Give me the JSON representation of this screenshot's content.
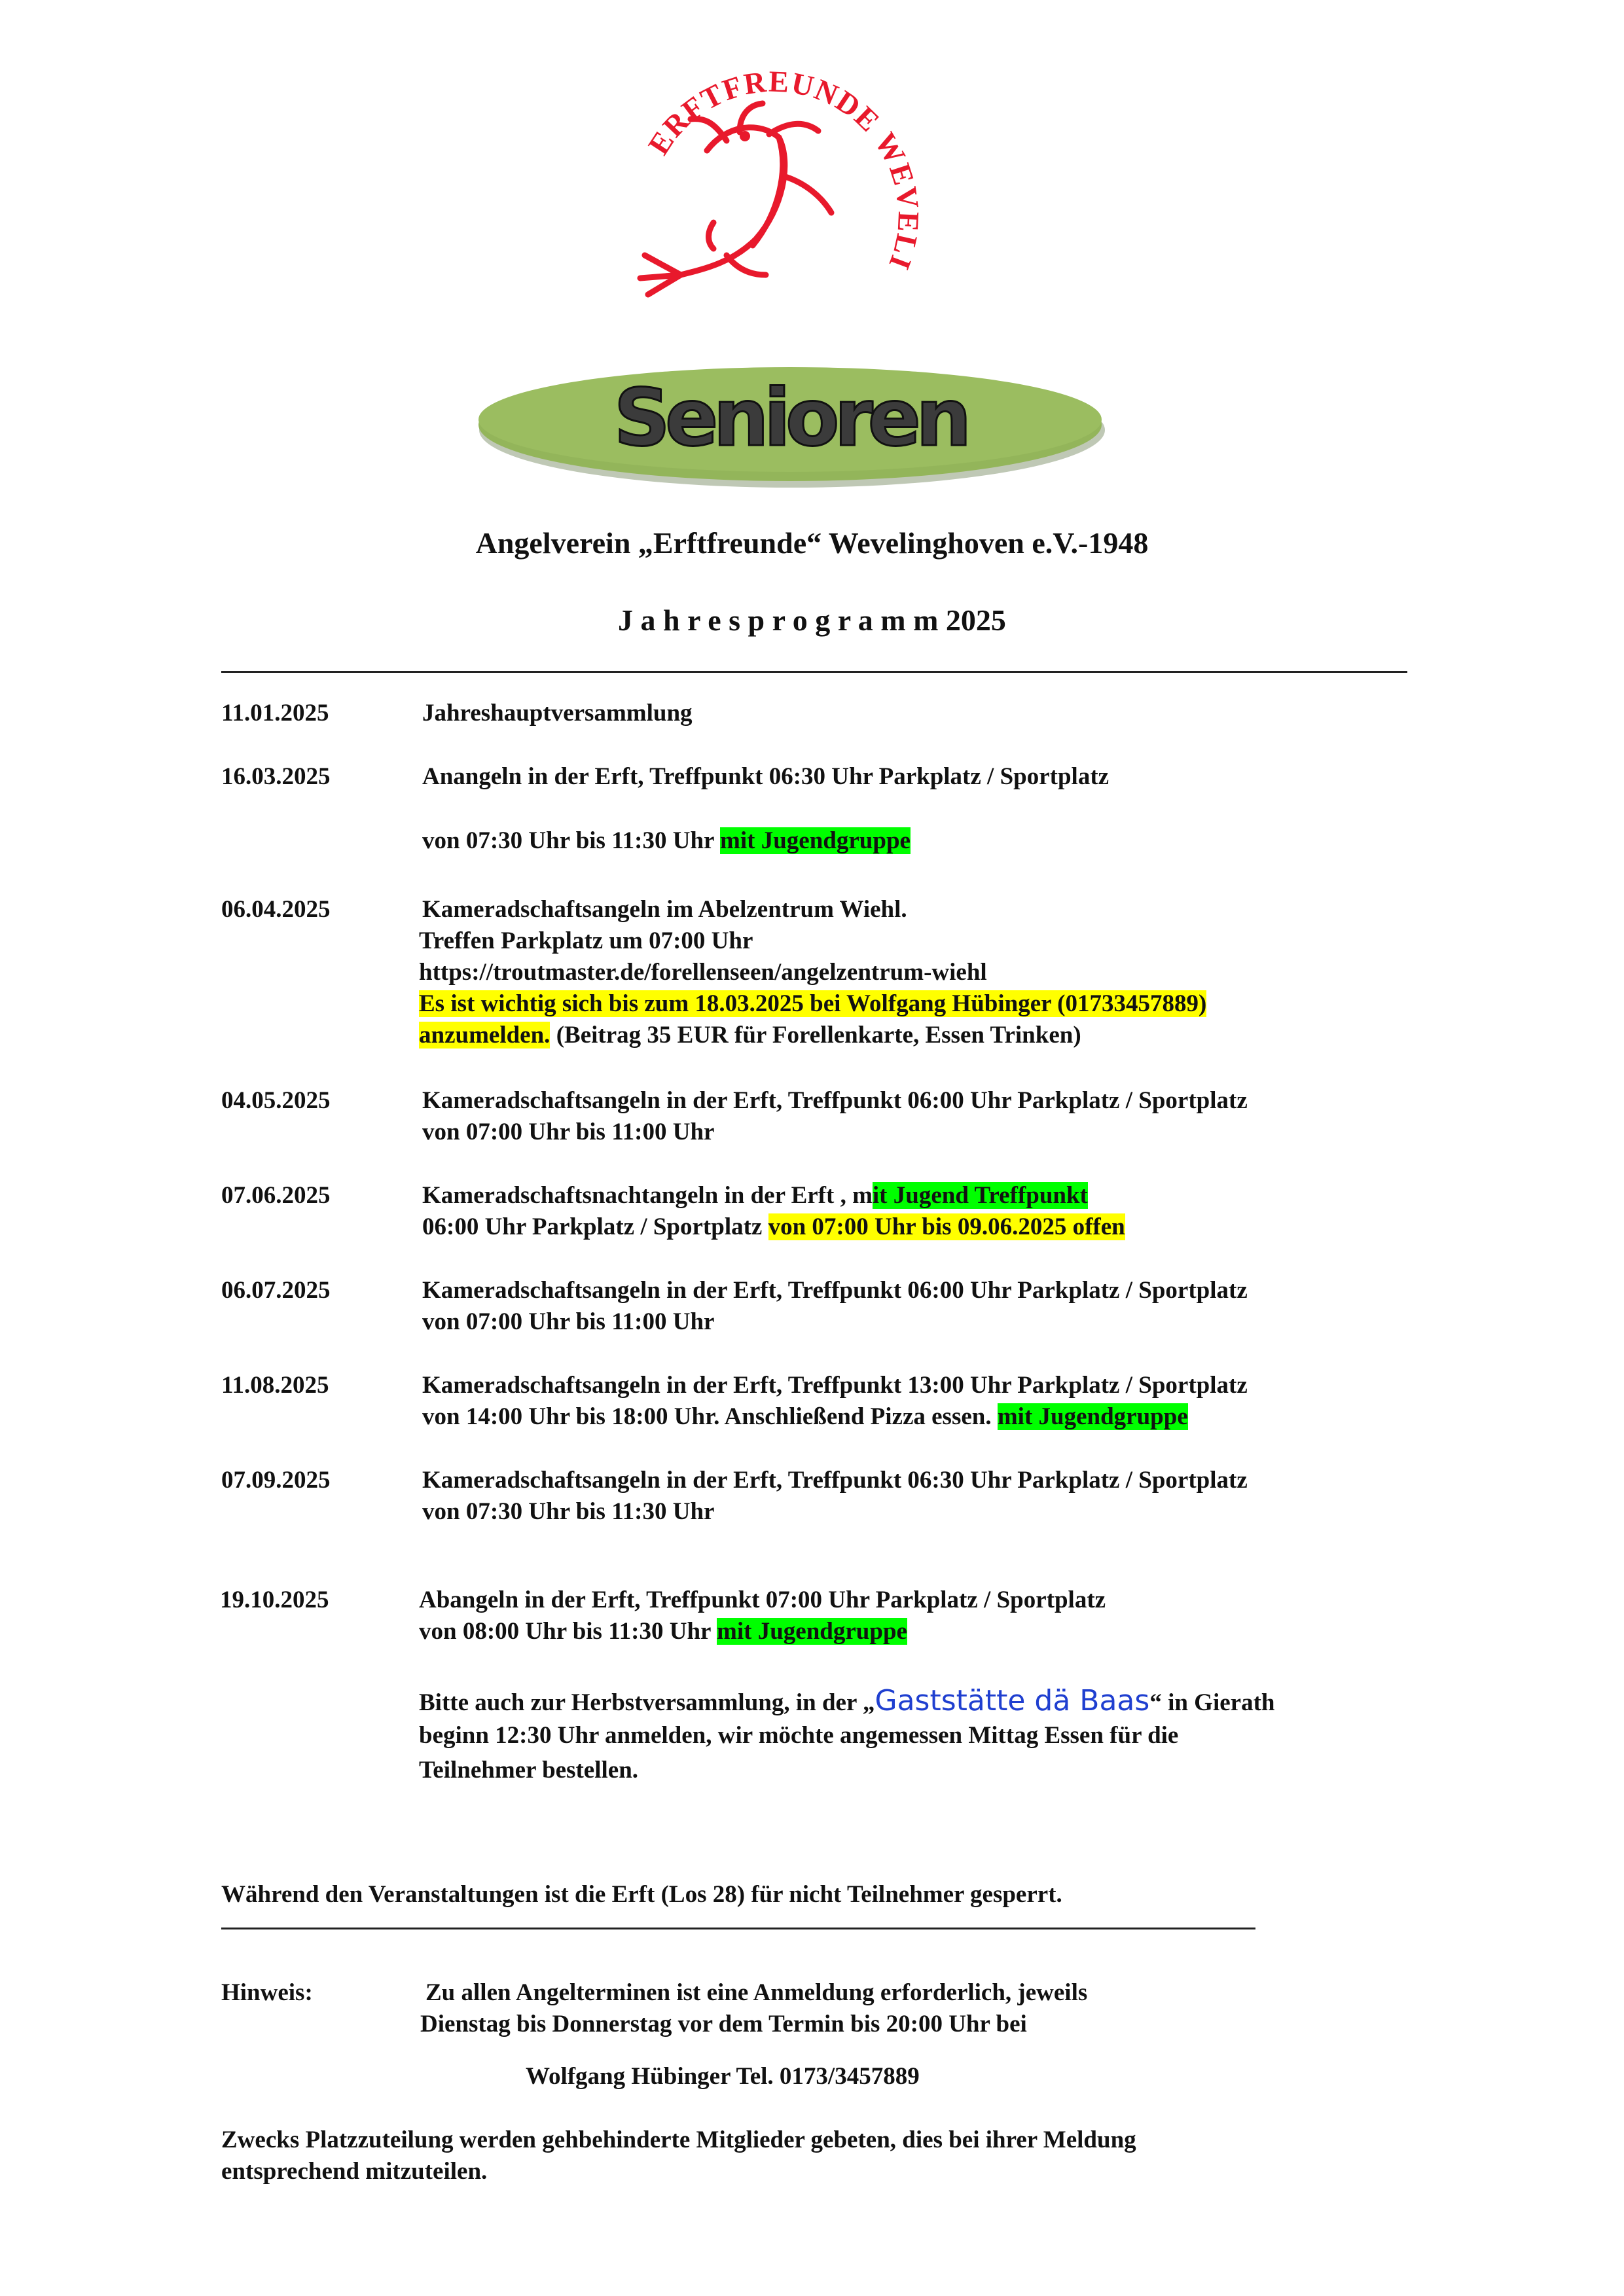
{
  "logo": {
    "text": "ERFTFREUNDE WEVELINGHOVEN",
    "color": "#e8192c"
  },
  "badge": {
    "label": "Senioren",
    "fill": "#93b55a"
  },
  "header": {
    "org": "Angelverein „Erftfreunde“ Wevelinghoven e.V.-1948",
    "year_program": "J a h r e s p r o g r a m m 2025"
  },
  "events": [
    {
      "date": "11.01.2025",
      "l1": "Jahreshauptversammlung"
    },
    {
      "date": "16.03.2025",
      "l1": "Anangeln in der Erft, Treffpunkt 06:30 Uhr Parkplatz / Sportplatz",
      "l2a": "von 07:30 Uhr bis 11:30 Uhr ",
      "l2b": "mit Jugendgruppe"
    },
    {
      "date": "06.04.2025",
      "l1": "Kameradschaftsangeln im Abelzentrum Wiehl.",
      "l2": "Treffen  Parkplatz um 07:00 Uhr",
      "l3": "https://troutmaster.de/forellenseen/angelzentrum-wiehl",
      "l4": "Es ist wichtig sich bis zum 18.03.2025 bei Wolfgang Hübinger (01733457889) ",
      "l5a": "anzumelden.",
      "l5b": " (Beitrag 35 EUR für Forellenkarte, Essen Trinken)"
    },
    {
      "date": "04.05.2025",
      "l1": "Kameradschaftsangeln in der Erft, Treffpunkt 06:00 Uhr Parkplatz / Sportplatz",
      "l2": "von 07:00 Uhr bis 11:00 Uhr"
    },
    {
      "date": "07.06.2025",
      "l1a": "Kameradschaftsnachtangeln in der Erft , m",
      "l1b": "it Jugend Treffpunkt ",
      "l2a": "06:00 Uhr Parkplatz / Sportplatz ",
      "l2b": "von 07:00 Uhr bis 09.06.2025 offen"
    },
    {
      "date": "06.07.2025",
      "l1": "Kameradschaftsangeln in der Erft, Treffpunkt 06:00 Uhr Parkplatz / Sportplatz",
      "l2": "von 07:00 Uhr bis 11:00 Uhr"
    },
    {
      "date": "11.08.2025",
      "l1": "Kameradschaftsangeln in der Erft, Treffpunkt 13:00 Uhr Parkplatz / Sportplatz",
      "l2a": "von 14:00 Uhr bis 18:00 Uhr. Anschließend Pizza essen. ",
      "l2b": "mit Jugendgruppe"
    },
    {
      "date": "07.09.2025",
      "l1": "Kameradschaftsangeln in der Erft, Treffpunkt 06:30 Uhr Parkplatz / Sportplatz",
      "l2": "von 07:30 Uhr bis 11:30 Uhr"
    },
    {
      "date": "19.10.2025",
      "l1": "Abangeln in der Erft, Treffpunkt 07:00 Uhr Parkplatz / Sportplatz",
      "l2a": "von 08:00  Uhr bis 11:30 Uhr ",
      "l2b": "mit Jugendgruppe"
    }
  ],
  "autumn": {
    "l1a": "Bitte auch zur Herbstversammlung, in der „",
    "l1b": "Gaststätte dä Baas",
    "l1c": "“ in Gierath",
    "l2": "beginn 12:30 Uhr anmelden, wir möchte angemessen Mittag Essen für die",
    "l3": "Teilnehmer bestellen."
  },
  "closure": "Während den Veranstaltungen ist die Erft (Los 28) für nicht Teilnehmer gesperrt.",
  "notice": {
    "label": "Hinweis:",
    "l1": "Zu allen Angelterminen ist eine Anmeldung erforderlich, jeweils",
    "l2": "Dienstag bis Donnerstag vor dem Termin bis 20:00 Uhr bei",
    "contact": "Wolfgang Hübinger   Tel. 0173/3457889"
  },
  "accessibility": {
    "l1": "Zwecks Platzzuteilung werden gehbehinderte Mitglieder gebeten, dies bei ihrer Meldung",
    "l2": "entsprechend mitzuteilen."
  },
  "colors": {
    "highlight_green": "#00ff00",
    "highlight_yellow": "#ffff00",
    "link_blue": "#1f3fd0"
  }
}
